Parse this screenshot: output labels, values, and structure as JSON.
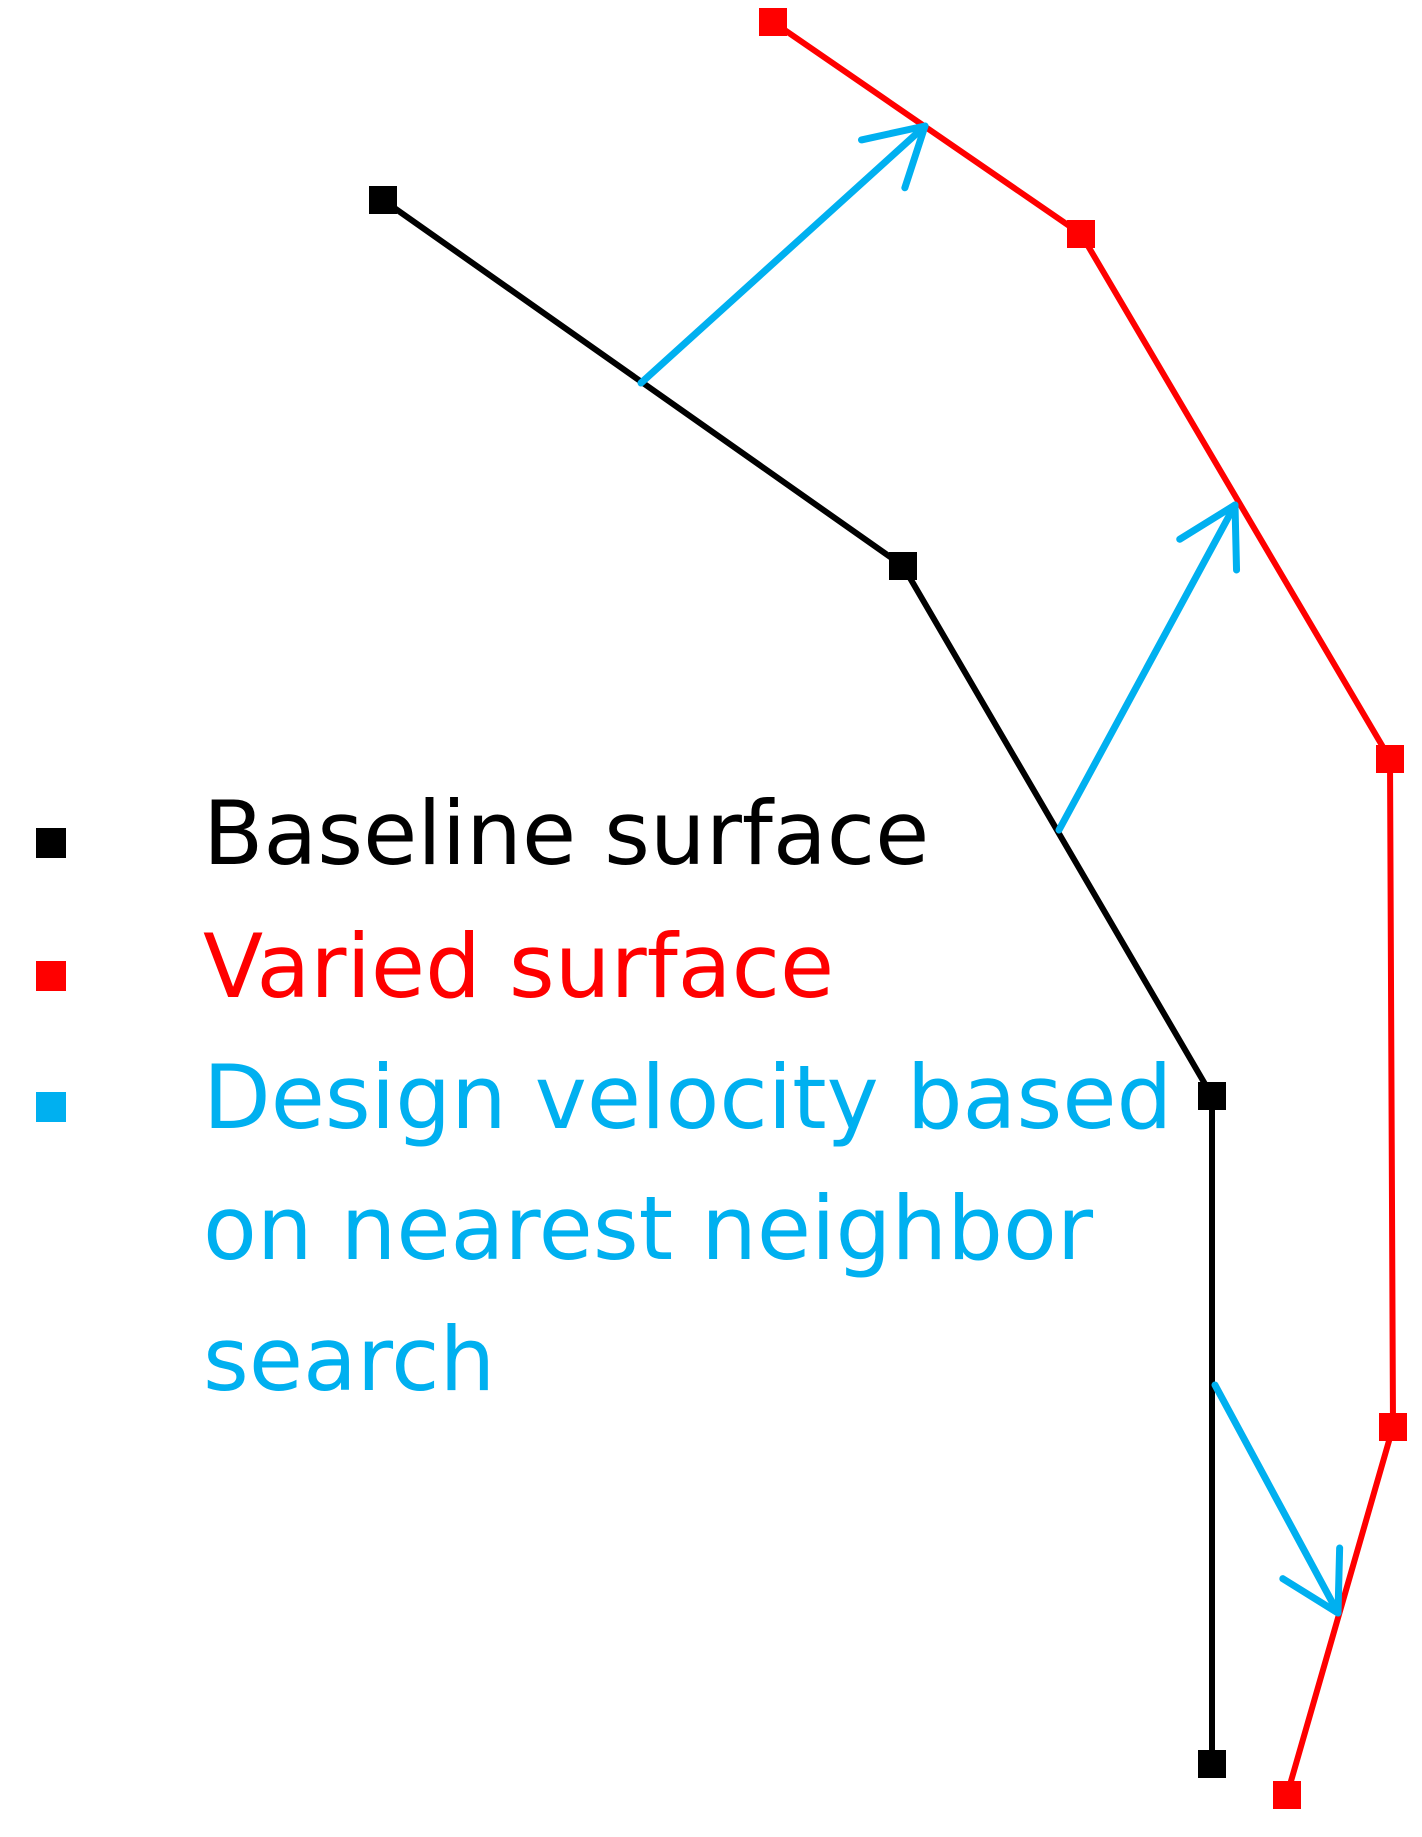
{
  "legend": [
    {
      "key": "baseline",
      "lines": [
        "Baseline surface"
      ],
      "color": "#000000"
    },
    {
      "key": "varied",
      "lines": [
        "Varied surface"
      ],
      "color": "#ff0000"
    },
    {
      "key": "velocity",
      "lines": [
        "Design velocity based",
        "on nearest neighbor",
        "search"
      ],
      "color": "#00b0f0"
    }
  ],
  "colors": {
    "baseline": "#000000",
    "varied": "#ff0000",
    "velocity": "#00b0f0",
    "background": "#ffffff"
  }
}
